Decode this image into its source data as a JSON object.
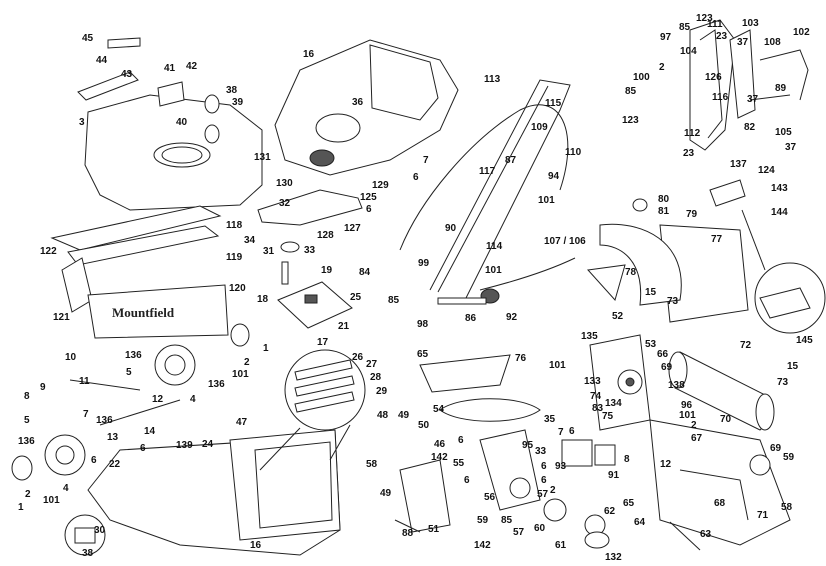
{
  "diagram": {
    "brand_text": "Mountfield",
    "callouts": [
      {
        "id": "c45",
        "text": "45"
      },
      {
        "id": "c44",
        "text": "44"
      },
      {
        "id": "c43",
        "text": "43"
      },
      {
        "id": "c3",
        "text": "3"
      },
      {
        "id": "c41",
        "text": "41"
      },
      {
        "id": "c42",
        "text": "42"
      },
      {
        "id": "c38a",
        "text": "38"
      },
      {
        "id": "c39",
        "text": "39"
      },
      {
        "id": "c40",
        "text": "40"
      },
      {
        "id": "c16a",
        "text": "16"
      },
      {
        "id": "c36",
        "text": "36"
      },
      {
        "id": "c131",
        "text": "131"
      },
      {
        "id": "c7a",
        "text": "7"
      },
      {
        "id": "c6a",
        "text": "6"
      },
      {
        "id": "c129",
        "text": "129"
      },
      {
        "id": "c130",
        "text": "130"
      },
      {
        "id": "c125",
        "text": "125"
      },
      {
        "id": "c32",
        "text": "32"
      },
      {
        "id": "c127",
        "text": "127"
      },
      {
        "id": "c6b",
        "text": "6"
      },
      {
        "id": "c34",
        "text": "34"
      },
      {
        "id": "c128",
        "text": "128"
      },
      {
        "id": "c33",
        "text": "33"
      },
      {
        "id": "c31",
        "text": "31"
      },
      {
        "id": "c19",
        "text": "19"
      },
      {
        "id": "c25",
        "text": "25"
      },
      {
        "id": "c18",
        "text": "18"
      },
      {
        "id": "c21",
        "text": "21"
      },
      {
        "id": "c17",
        "text": "17"
      },
      {
        "id": "c118",
        "text": "118"
      },
      {
        "id": "c122",
        "text": "122"
      },
      {
        "id": "c119",
        "text": "119"
      },
      {
        "id": "c120",
        "text": "120"
      },
      {
        "id": "c121",
        "text": "121"
      },
      {
        "id": "c113",
        "text": "113"
      },
      {
        "id": "c115",
        "text": "115"
      },
      {
        "id": "c109",
        "text": "109"
      },
      {
        "id": "c110",
        "text": "110"
      },
      {
        "id": "c87",
        "text": "87"
      },
      {
        "id": "c94",
        "text": "94"
      },
      {
        "id": "c117",
        "text": "117"
      },
      {
        "id": "c101a",
        "text": "101"
      },
      {
        "id": "c90",
        "text": "90"
      },
      {
        "id": "c114",
        "text": "114"
      },
      {
        "id": "c99",
        "text": "99"
      },
      {
        "id": "c84",
        "text": "84"
      },
      {
        "id": "c85a",
        "text": "85"
      },
      {
        "id": "c101b",
        "text": "101"
      },
      {
        "id": "c107",
        "text": "107 / 106"
      },
      {
        "id": "c98",
        "text": "98"
      },
      {
        "id": "c86",
        "text": "86"
      },
      {
        "id": "c92",
        "text": "92"
      },
      {
        "id": "c123a",
        "text": "123"
      },
      {
        "id": "c85b",
        "text": "85"
      },
      {
        "id": "c111",
        "text": "111"
      },
      {
        "id": "c103",
        "text": "103"
      },
      {
        "id": "c97",
        "text": "97"
      },
      {
        "id": "c104",
        "text": "104"
      },
      {
        "id": "c23a",
        "text": "23"
      },
      {
        "id": "c37a",
        "text": "37"
      },
      {
        "id": "c108",
        "text": "108"
      },
      {
        "id": "c102",
        "text": "102"
      },
      {
        "id": "c100",
        "text": "100"
      },
      {
        "id": "c2a",
        "text": "2"
      },
      {
        "id": "c126",
        "text": "126"
      },
      {
        "id": "c85c",
        "text": "85"
      },
      {
        "id": "c116",
        "text": "116"
      },
      {
        "id": "c37b",
        "text": "37"
      },
      {
        "id": "c89",
        "text": "89"
      },
      {
        "id": "c123b",
        "text": "123"
      },
      {
        "id": "c112",
        "text": "112"
      },
      {
        "id": "c82",
        "text": "82"
      },
      {
        "id": "c105",
        "text": "105"
      },
      {
        "id": "c23b",
        "text": "23"
      },
      {
        "id": "c137",
        "text": "137"
      },
      {
        "id": "c37c",
        "text": "37"
      },
      {
        "id": "c124",
        "text": "124"
      },
      {
        "id": "c143",
        "text": "143"
      },
      {
        "id": "c144",
        "text": "144"
      },
      {
        "id": "c80",
        "text": "80"
      },
      {
        "id": "c81",
        "text": "81"
      },
      {
        "id": "c79",
        "text": "79"
      },
      {
        "id": "c77",
        "text": "77"
      },
      {
        "id": "c78",
        "text": "78"
      },
      {
        "id": "c15a",
        "text": "15"
      },
      {
        "id": "c73a",
        "text": "73"
      },
      {
        "id": "c145",
        "text": "145"
      },
      {
        "id": "c52",
        "text": "52"
      },
      {
        "id": "c135",
        "text": "135"
      },
      {
        "id": "c101c",
        "text": "101"
      },
      {
        "id": "c133",
        "text": "133"
      },
      {
        "id": "c53",
        "text": "53"
      },
      {
        "id": "c66",
        "text": "66"
      },
      {
        "id": "c69a",
        "text": "69"
      },
      {
        "id": "c72",
        "text": "72"
      },
      {
        "id": "c74",
        "text": "74"
      },
      {
        "id": "c134",
        "text": "134"
      },
      {
        "id": "c83",
        "text": "83"
      },
      {
        "id": "c75",
        "text": "75"
      },
      {
        "id": "c138",
        "text": "138"
      },
      {
        "id": "c96",
        "text": "96"
      },
      {
        "id": "c101d",
        "text": "101"
      },
      {
        "id": "c73b",
        "text": "73"
      },
      {
        "id": "c15b",
        "text": "15"
      },
      {
        "id": "c70",
        "text": "70"
      },
      {
        "id": "c2b",
        "text": "2"
      },
      {
        "id": "c67",
        "text": "67"
      },
      {
        "id": "c1a",
        "text": "1"
      },
      {
        "id": "c10",
        "text": "10"
      },
      {
        "id": "c136a",
        "text": "136"
      },
      {
        "id": "c11",
        "text": "11"
      },
      {
        "id": "c5a",
        "text": "5"
      },
      {
        "id": "c101e",
        "text": "101"
      },
      {
        "id": "c2c",
        "text": "2"
      },
      {
        "id": "c136b",
        "text": "136"
      },
      {
        "id": "c9",
        "text": "9"
      },
      {
        "id": "c8a",
        "text": "8"
      },
      {
        "id": "c4a",
        "text": "4"
      },
      {
        "id": "c12a",
        "text": "12"
      },
      {
        "id": "c5b",
        "text": "5"
      },
      {
        "id": "c7b",
        "text": "7"
      },
      {
        "id": "c136c",
        "text": "136"
      },
      {
        "id": "c13",
        "text": "13"
      },
      {
        "id": "c14",
        "text": "14"
      },
      {
        "id": "c136d",
        "text": "136"
      },
      {
        "id": "c6c",
        "text": "6"
      },
      {
        "id": "c139",
        "text": "139"
      },
      {
        "id": "c24",
        "text": "24"
      },
      {
        "id": "c47",
        "text": "47"
      },
      {
        "id": "c1b",
        "text": "1"
      },
      {
        "id": "c2d",
        "text": "2"
      },
      {
        "id": "c101f",
        "text": "101"
      },
      {
        "id": "c4b",
        "text": "4"
      },
      {
        "id": "c22",
        "text": "22"
      },
      {
        "id": "c6d",
        "text": "6"
      },
      {
        "id": "c16b",
        "text": "16"
      },
      {
        "id": "c30",
        "text": "30"
      },
      {
        "id": "c38b",
        "text": "38"
      },
      {
        "id": "c26",
        "text": "26"
      },
      {
        "id": "c27",
        "text": "27"
      },
      {
        "id": "c28",
        "text": "28"
      },
      {
        "id": "c29",
        "text": "29"
      },
      {
        "id": "c65a",
        "text": "65"
      },
      {
        "id": "c76",
        "text": "76"
      },
      {
        "id": "c54",
        "text": "54"
      },
      {
        "id": "c6e",
        "text": "6"
      },
      {
        "id": "c35",
        "text": "35"
      },
      {
        "id": "c7c",
        "text": "7"
      },
      {
        "id": "c6f",
        "text": "6"
      },
      {
        "id": "c48",
        "text": "48"
      },
      {
        "id": "c49a",
        "text": "49"
      },
      {
        "id": "c50",
        "text": "50"
      },
      {
        "id": "c46",
        "text": "46"
      },
      {
        "id": "c142a",
        "text": "142"
      },
      {
        "id": "c55",
        "text": "55"
      },
      {
        "id": "c58a",
        "text": "58"
      },
      {
        "id": "c49b",
        "text": "49"
      },
      {
        "id": "c6g",
        "text": "6"
      },
      {
        "id": "c33b",
        "text": "33"
      },
      {
        "id": "c95",
        "text": "95"
      },
      {
        "id": "c93",
        "text": "93"
      },
      {
        "id": "c91",
        "text": "91"
      },
      {
        "id": "c8b",
        "text": "8"
      },
      {
        "id": "c12b",
        "text": "12"
      },
      {
        "id": "c6h",
        "text": "6"
      },
      {
        "id": "c2e",
        "text": "2"
      },
      {
        "id": "c56",
        "text": "56"
      },
      {
        "id": "c57a",
        "text": "57"
      },
      {
        "id": "c6i",
        "text": "6"
      },
      {
        "id": "c59a",
        "text": "59"
      },
      {
        "id": "c51",
        "text": "51"
      },
      {
        "id": "c88",
        "text": "88"
      },
      {
        "id": "c142b",
        "text": "142"
      },
      {
        "id": "c85d",
        "text": "85"
      },
      {
        "id": "c57b",
        "text": "57"
      },
      {
        "id": "c60",
        "text": "60"
      },
      {
        "id": "c61",
        "text": "61"
      },
      {
        "id": "c62",
        "text": "62"
      },
      {
        "id": "c132",
        "text": "132"
      },
      {
        "id": "c65b",
        "text": "65"
      },
      {
        "id": "c68",
        "text": "68"
      },
      {
        "id": "c64",
        "text": "64"
      },
      {
        "id": "c63",
        "text": "63"
      },
      {
        "id": "c71",
        "text": "71"
      },
      {
        "id": "c69b",
        "text": "69"
      },
      {
        "id": "c59b",
        "text": "59"
      },
      {
        "id": "c58b",
        "text": "58"
      }
    ]
  }
}
